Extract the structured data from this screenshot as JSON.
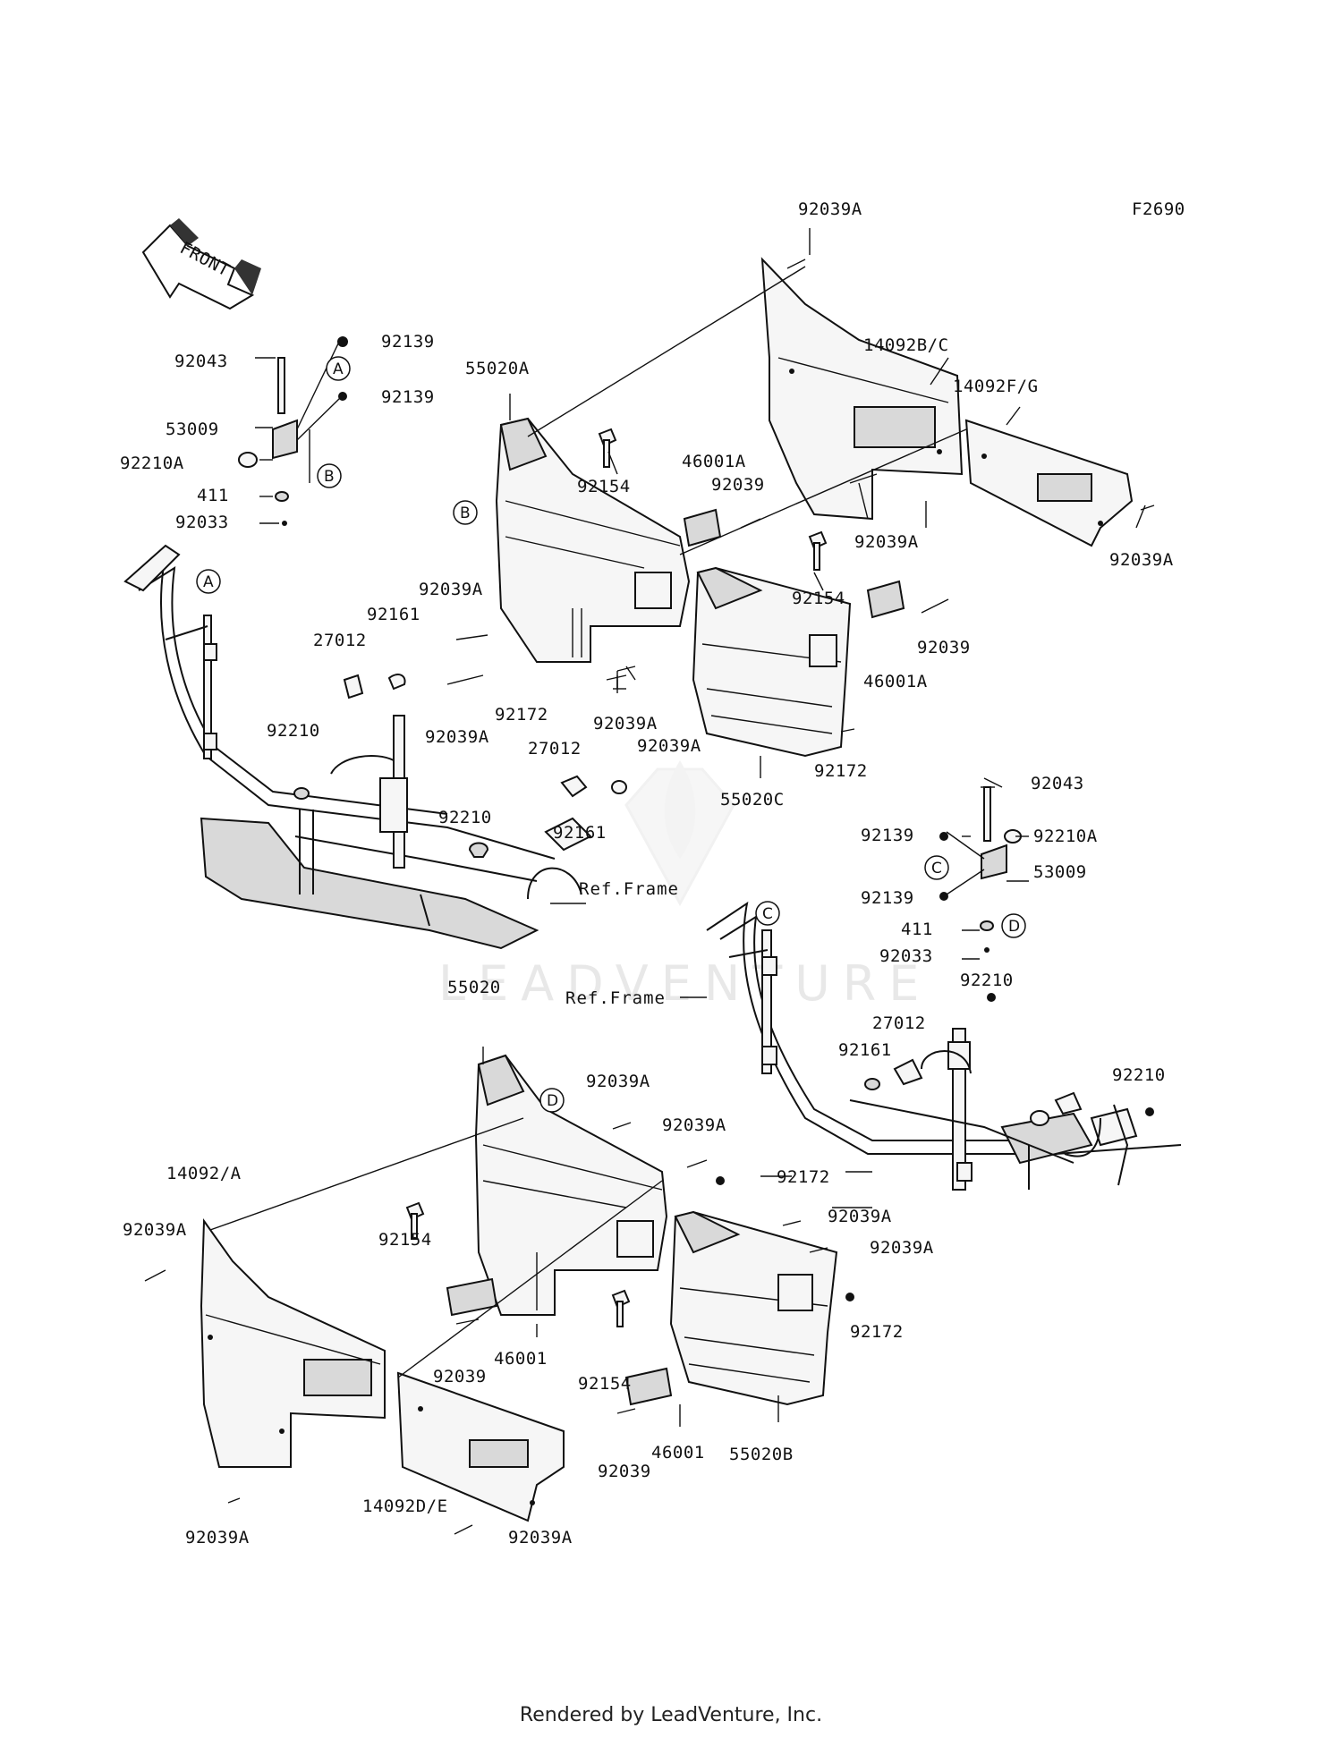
{
  "diagram_code": "F2690",
  "front_arrow_label": "FRONT",
  "watermark": "LEADVENTURE",
  "footer": "Rendered by LeadVenture, Inc.",
  "ref_labels": [
    "Ref.Frame",
    "Ref.Frame"
  ],
  "circle_markers": [
    "A",
    "B",
    "B",
    "A",
    "C",
    "D",
    "C",
    "D"
  ],
  "part_labels": [
    "92039A",
    "92139",
    "92043",
    "92139",
    "53009",
    "92210A",
    "411",
    "92033",
    "55020A",
    "14092B/C",
    "14092F/G",
    "46001A",
    "92039",
    "92154",
    "92154",
    "92039A",
    "92039A",
    "92039A",
    "92161",
    "27012",
    "92039A",
    "92172",
    "92039",
    "46001A",
    "92039A",
    "92039A",
    "92172",
    "55020C",
    "92210",
    "27012",
    "92210",
    "92161",
    "92043",
    "92139",
    "92210A",
    "53009",
    "92139",
    "411",
    "92033",
    "92210",
    "55020",
    "92039A",
    "27012",
    "92161",
    "92210",
    "92039A",
    "92172",
    "14092/A",
    "92039A",
    "92154",
    "92039A",
    "92039A",
    "92154",
    "92172",
    "92039",
    "46001",
    "92039",
    "46001",
    "55020B",
    "14092D/E",
    "92039A",
    "92039A"
  ]
}
